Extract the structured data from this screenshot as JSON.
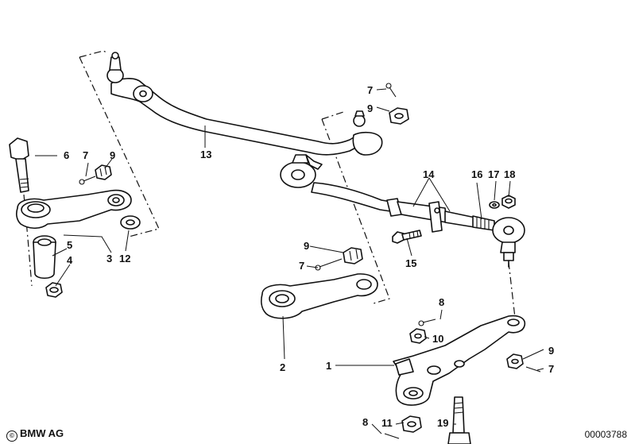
{
  "callouts": {
    "c1": "1",
    "c2": "2",
    "c3": "3",
    "c4": "4",
    "c5": "5",
    "c6": "6",
    "c7a": "7",
    "c7b": "7",
    "c7c": "7",
    "c7d": "7",
    "c8a": "8",
    "c8b": "8",
    "c9a": "9",
    "c9b": "9",
    "c9c": "9",
    "c9d": "9",
    "c10": "10",
    "c11": "11",
    "c12": "12",
    "c13": "13",
    "c14": "14",
    "c15": "15",
    "c16": "16",
    "c17": "17",
    "c18": "18",
    "c19": "19"
  },
  "footer": {
    "copyright_symbol": "©",
    "brand": "BMW AG",
    "diagram_number": "00003788"
  },
  "colors": {
    "ink": "#111111",
    "paper": "#ffffff"
  }
}
